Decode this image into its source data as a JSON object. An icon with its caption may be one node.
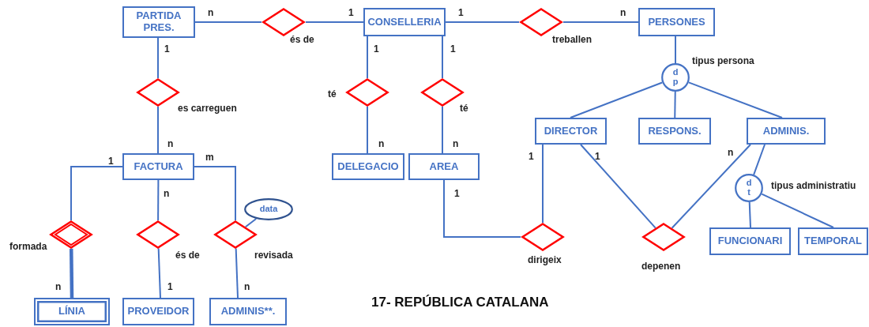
{
  "diagram": {
    "caption": "17- REPÚBLICA CATALANA",
    "nodes": [
      {
        "text": [
          "PARTIDA PRES."
        ]
      },
      {
        "text": [],
        "shape": "diamond",
        "beside": [
          "és de"
        ]
      },
      {
        "text": [
          "CONSELLERIA"
        ]
      },
      {
        "text": [],
        "shape": "diamond",
        "beside": [
          "treballen"
        ]
      },
      {
        "text": [
          "PERSONES"
        ]
      },
      {
        "text": [],
        "shape": "diamond",
        "beside": [
          "es carreguen"
        ]
      },
      {
        "text": [],
        "shape": "diamond",
        "beside": [
          "té"
        ]
      },
      {
        "text": [],
        "shape": "diamond",
        "beside": [
          "té"
        ]
      },
      {
        "text": [
          "d",
          "p"
        ],
        "beside": [
          "tipus persona"
        ]
      },
      {
        "text": [
          "DIRECTOR"
        ]
      },
      {
        "text": [
          "RESPONS."
        ]
      },
      {
        "text": [
          "ADMINIS."
        ]
      },
      {
        "text": [
          "FACTURA"
        ]
      },
      {
        "text": [
          "DELEGACIO"
        ]
      },
      {
        "text": [
          "AREA"
        ]
      },
      {
        "text": [
          "d",
          "t"
        ],
        "beside": [
          "tipus administratiu"
        ]
      },
      {
        "text": [],
        "shape": "diamond",
        "beside": [
          "formada"
        ]
      },
      {
        "text": [],
        "shape": "diamond",
        "beside": [
          "és de"
        ]
      },
      {
        "text": [],
        "shape": "diamond",
        "beside": [
          "revisada"
        ]
      },
      {
        "text": [
          "data"
        ]
      },
      {
        "text": [],
        "shape": "diamond",
        "beside": [
          "dirigeix"
        ]
      },
      {
        "text": [],
        "shape": "diamond",
        "beside": [
          "depenen"
        ]
      },
      {
        "text": [
          "FUNCIONARI"
        ]
      },
      {
        "text": [
          "TEMPORAL"
        ]
      },
      {
        "text": [
          "LÍNIA"
        ]
      },
      {
        "text": [
          "PROVEIDOR"
        ]
      },
      {
        "text": [
          "ADMINIS**."
        ]
      }
    ],
    "edges": [
      {
        "from": 0,
        "to": 1,
        "arrow": "none"
      },
      {
        "from": 1,
        "to": 2,
        "arrow": "none"
      },
      {
        "from": 2,
        "to": 3,
        "arrow": "none"
      },
      {
        "from": 3,
        "to": 4,
        "arrow": "none"
      },
      {
        "from": 0,
        "to": 5,
        "arrow": "none"
      },
      {
        "from": 5,
        "to": 12,
        "arrow": "none"
      },
      {
        "from": 2,
        "to": 6,
        "arrow": "none"
      },
      {
        "from": 6,
        "to": 13,
        "arrow": "none"
      },
      {
        "from": 2,
        "to": 7,
        "arrow": "none"
      },
      {
        "from": 7,
        "to": 14,
        "arrow": "none"
      },
      {
        "from": 4,
        "to": 8,
        "arrow": "none"
      },
      {
        "from": 8,
        "to": 9,
        "arrow": "none"
      },
      {
        "from": 8,
        "to": 10,
        "arrow": "none"
      },
      {
        "from": 8,
        "to": 11,
        "arrow": "none"
      },
      {
        "from": 11,
        "to": 15,
        "arrow": "none"
      },
      {
        "from": 15,
        "to": 22,
        "arrow": "none"
      },
      {
        "from": 15,
        "to": 23,
        "arrow": "none"
      },
      {
        "from": 12,
        "to": 16,
        "arrow": "none"
      },
      {
        "from": 16,
        "to": 24,
        "arrow": "none",
        "style": "thick"
      },
      {
        "from": 12,
        "to": 17,
        "arrow": "none"
      },
      {
        "from": 17,
        "to": 25,
        "arrow": "none"
      },
      {
        "from": 12,
        "to": 18,
        "arrow": "none"
      },
      {
        "from": 18,
        "to": 26,
        "arrow": "none"
      },
      {
        "from": 18,
        "to": 19,
        "arrow": "none"
      },
      {
        "from": 14,
        "to": 20,
        "arrow": "none"
      },
      {
        "from": 9,
        "to": 20,
        "arrow": "none"
      },
      {
        "from": 9,
        "to": 21,
        "arrow": "none"
      },
      {
        "from": 11,
        "to": 21,
        "arrow": "none"
      }
    ],
    "labels": [
      "n",
      "1",
      "1",
      "n",
      "1",
      "1",
      "1",
      "n",
      "n",
      "n",
      "m",
      "1",
      "1",
      "1",
      "n",
      "n",
      "1",
      "n",
      "1",
      "n"
    ]
  }
}
